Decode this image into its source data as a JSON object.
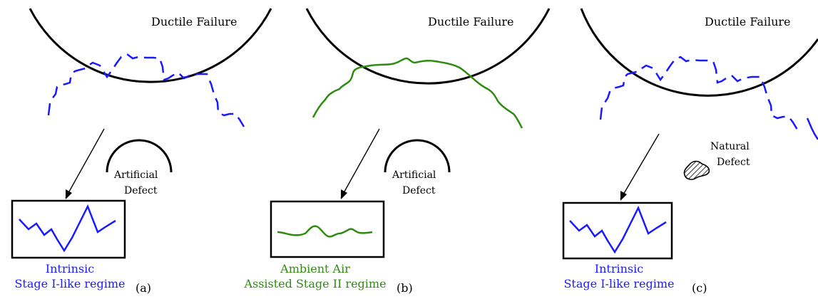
{
  "panels": [
    {
      "id": "a",
      "top_label": "Ductile Failure",
      "defect_label_1": "Artificial",
      "defect_label_2": "Defect",
      "caption_line1": "Intrinsic",
      "caption_line2": "Stage I-like regime",
      "panel_tag": "(a)",
      "crack_color": "#1a1aff",
      "crack_style": "dashed"
    },
    {
      "id": "b",
      "top_label": "Ductile Failure",
      "defect_label_1": "Artificial",
      "defect_label_2": "Defect",
      "caption_line1": "Ambient Air",
      "caption_line2": "Assisted Stage II regime",
      "panel_tag": "(b)",
      "crack_color": "#2e8b0f",
      "crack_style": "solid"
    },
    {
      "id": "c",
      "top_label": "Ductile Failure",
      "defect_label_1": "Natural",
      "defect_label_2": "Defect",
      "caption_line1": "Intrinsic",
      "caption_line2": "Stage I-like regime",
      "panel_tag": "(c)",
      "crack_color": "#1a1aff",
      "crack_style": "dashed"
    }
  ]
}
